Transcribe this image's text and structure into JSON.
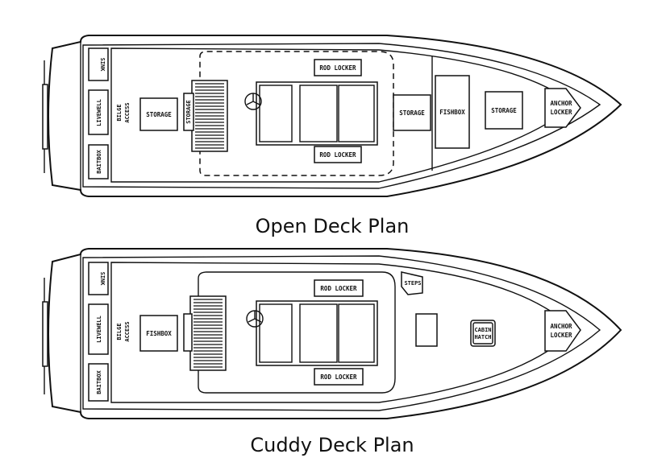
{
  "open_plan": {
    "caption": "Open Deck Plan",
    "sink": "SINK",
    "livewell": "LIVEWELL",
    "baitbox": "BAITBOX",
    "bilge_1": "BILGE",
    "bilge_2": "ACCESS",
    "storage_aft": "STORAGE",
    "storage_side": "STORAGE",
    "rod_locker_top": "ROD LOCKER",
    "rod_locker_bottom": "ROD LOCKER",
    "storage_fwd": "STORAGE",
    "fishbox": "FISHBOX",
    "storage_bow": "STORAGE",
    "anchor_1": "ANCHOR",
    "anchor_2": "LOCKER"
  },
  "cuddy_plan": {
    "caption": "Cuddy Deck Plan",
    "sink": "SINK",
    "livewell": "LIVEWELL",
    "baitbox": "BAITBOX",
    "bilge_1": "BILGE",
    "bilge_2": "ACCESS",
    "fishbox": "FISHBOX",
    "rod_locker_top": "ROD LOCKER",
    "rod_locker_bottom": "ROD LOCKER",
    "steps": "STEPS",
    "cabin_1": "CABIN",
    "cabin_2": "HATCH",
    "anchor_1": "ANCHOR",
    "anchor_2": "LOCKER"
  }
}
